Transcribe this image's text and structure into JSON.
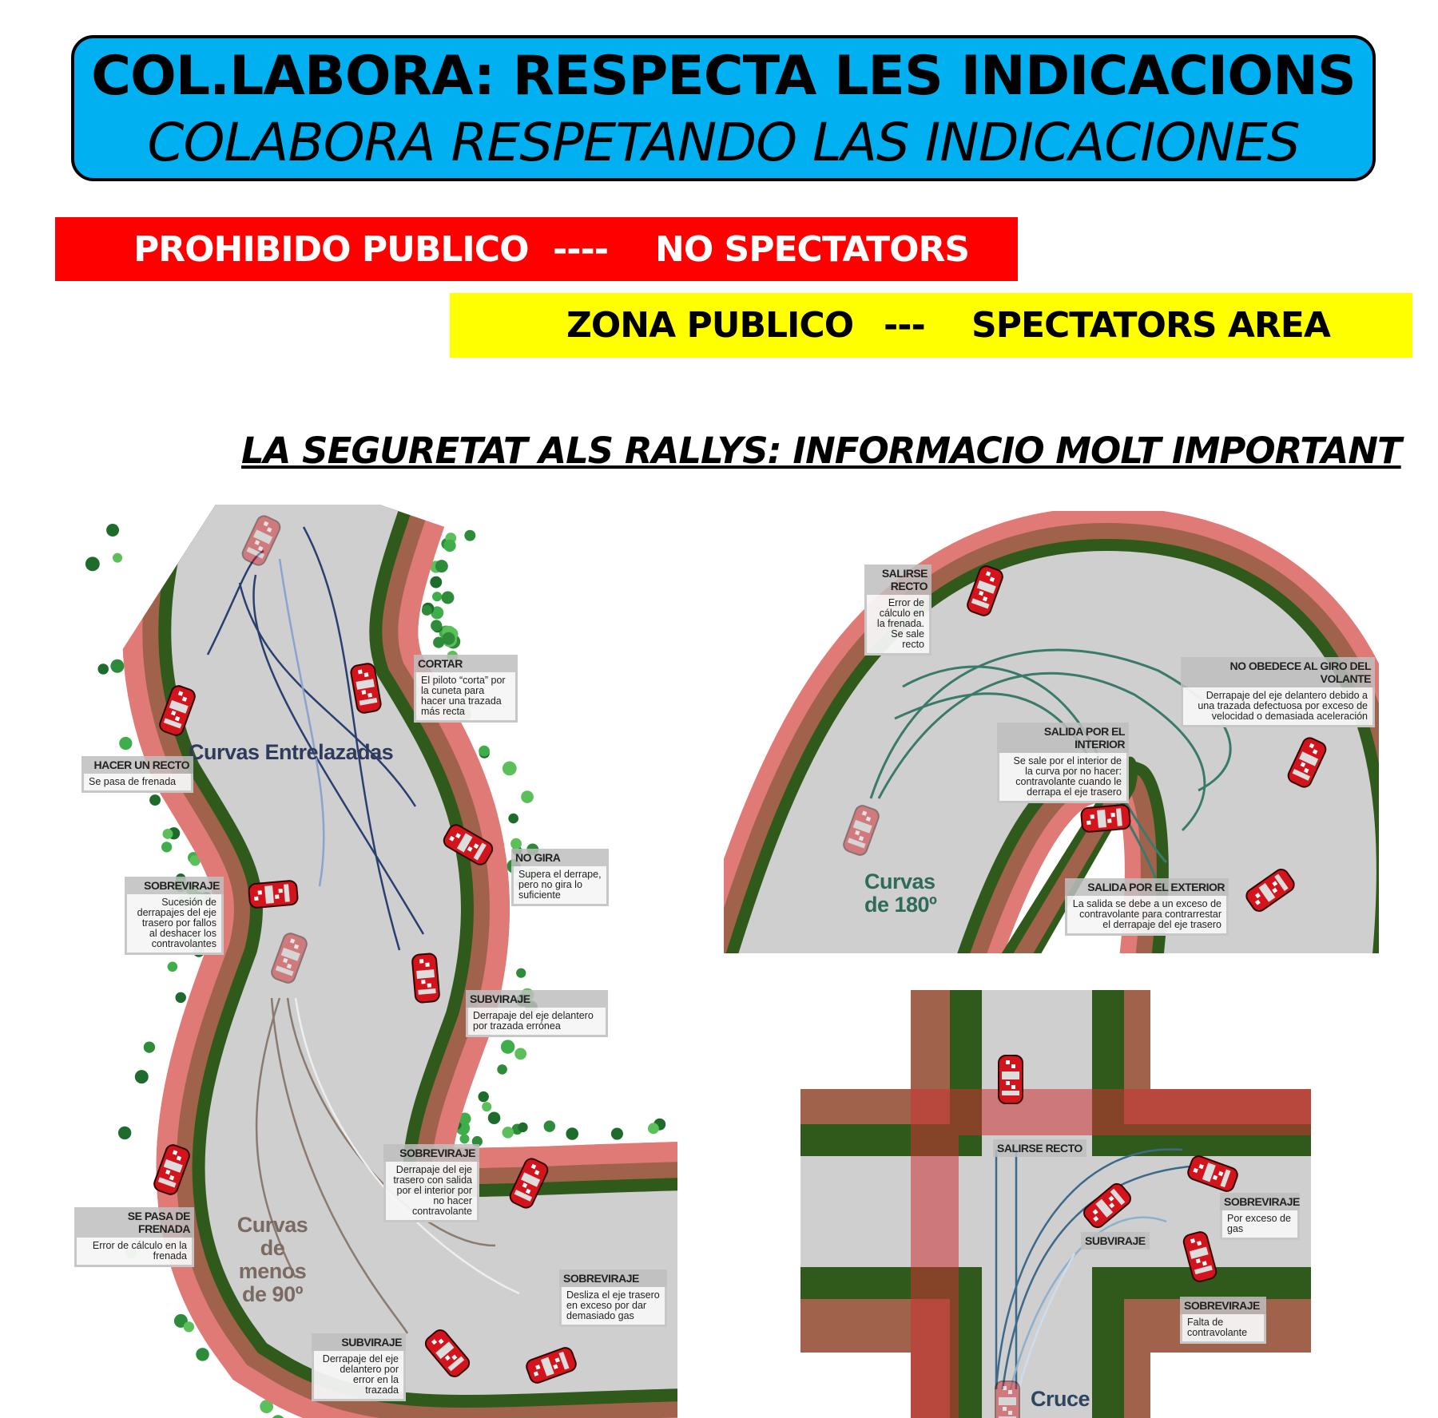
{
  "banner": {
    "title_ca": "COL.LABORA: RESPECTA LES INDICACIONS",
    "title_es": "COLABORA RESPETANDO LAS INDICACIONES",
    "color": "#00b0f0"
  },
  "no_public": {
    "left": "PROHIBIDO PUBLICO",
    "sep": "----",
    "right": "NO SPECTATORS",
    "color": "#ff0000"
  },
  "public_zone": {
    "left": "ZONA PUBLICO",
    "sep": "---",
    "right": "SPECTATORS AREA",
    "color": "#ffff00"
  },
  "heading": "LA SEGURETAT ALS  RALLYS: INFORMACIO MOLT IMPORTANT",
  "diagrams": {
    "entrelazadas": {
      "title": "Curvas Entrelazadas",
      "labels": [
        {
          "h": "CORTAR",
          "t": "El piloto “corta” por la cuneta para hacer una trazada más recta"
        },
        {
          "h": "HACER UN RECTO",
          "t": "Se pasa de frenada"
        },
        {
          "h": "NO GIRA",
          "t": "Supera el derrape, pero no gira lo suficiente"
        },
        {
          "h": "SOBREVIRAJE",
          "t": "Sucesión de derrapajes del eje trasero por fallos al deshacer los contravolantes"
        },
        {
          "h": "SUBVIRAJE",
          "t": "Derrapaje del eje delantero por trazada errónea"
        }
      ]
    },
    "menos90": {
      "title": "Curvas de menos de 90º",
      "labels": [
        {
          "h": "SE PASA DE FRENADA",
          "t": "Error de cálculo en la frenada"
        },
        {
          "h": "SOBREVIRAJE",
          "t": "Derrapaje del eje trasero con salida por el interior por no hacer contravolante"
        },
        {
          "h": "SOBREVIRAJE",
          "t": "Desliza el eje trasero en exceso por dar demasiado gas"
        },
        {
          "h": "SUBVIRAJE",
          "t": "Derrapaje del eje delantero por error en la trazada"
        }
      ]
    },
    "curva180": {
      "title": "Curvas de 180º",
      "labels": [
        {
          "h": "SALIRSE RECTO",
          "t": "Error de cálculo en la frenada. Se sale recto"
        },
        {
          "h": "NO OBEDECE AL GIRO DEL VOLANTE",
          "t": "Derrapaje del eje delantero debido a una trazada defectuosa por exceso de velocidad o demasiada aceleración"
        },
        {
          "h": "SALIDA POR EL INTERIOR",
          "t": "Se sale por el interior de la curva por no hacer: contravolante cuando le derrapa el eje trasero"
        },
        {
          "h": "SALIDA POR EL EXTERIOR",
          "t": "La salida se debe a un exceso de contravolante para contrarrestar el derrapaje del eje trasero"
        }
      ]
    },
    "cruce": {
      "title": "Cruce",
      "labels": [
        {
          "h": "SALIRSE RECTO"
        },
        {
          "h": "SOBREVIRAJE",
          "t": "Por exceso de gas"
        },
        {
          "h": "SUBVIRAJE"
        },
        {
          "h": "SOBREVIRAJE",
          "t": "Falta de contravolante"
        }
      ]
    }
  }
}
